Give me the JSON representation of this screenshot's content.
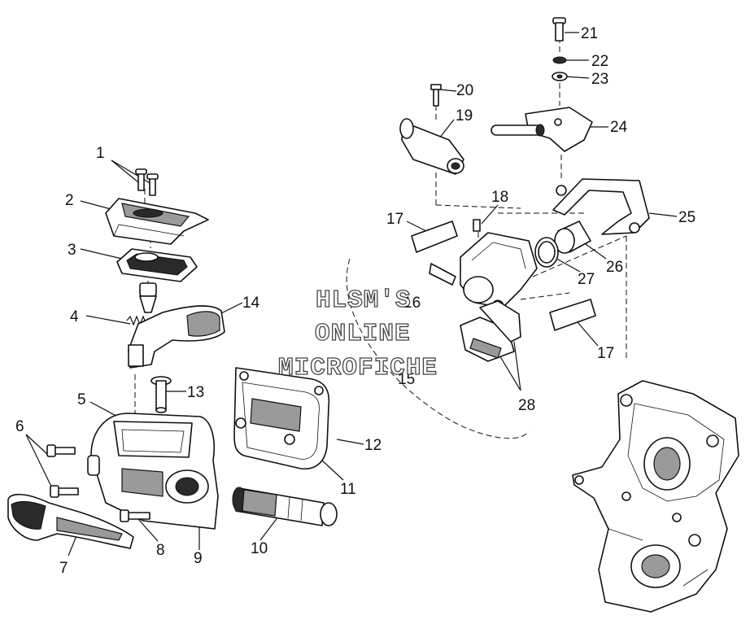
{
  "diagram": {
    "callouts": [
      "1",
      "2",
      "3",
      "4",
      "5",
      "6",
      "7",
      "8",
      "9",
      "10",
      "11",
      "12",
      "13",
      "14",
      "15",
      "16",
      "17",
      "17",
      "18",
      "19",
      "20",
      "21",
      "22",
      "23",
      "24",
      "25",
      "26",
      "27",
      "28"
    ],
    "watermark": {
      "line1": "HLSM'S",
      "line2": "ONLINE",
      "line3": "MICROFICHE"
    }
  }
}
